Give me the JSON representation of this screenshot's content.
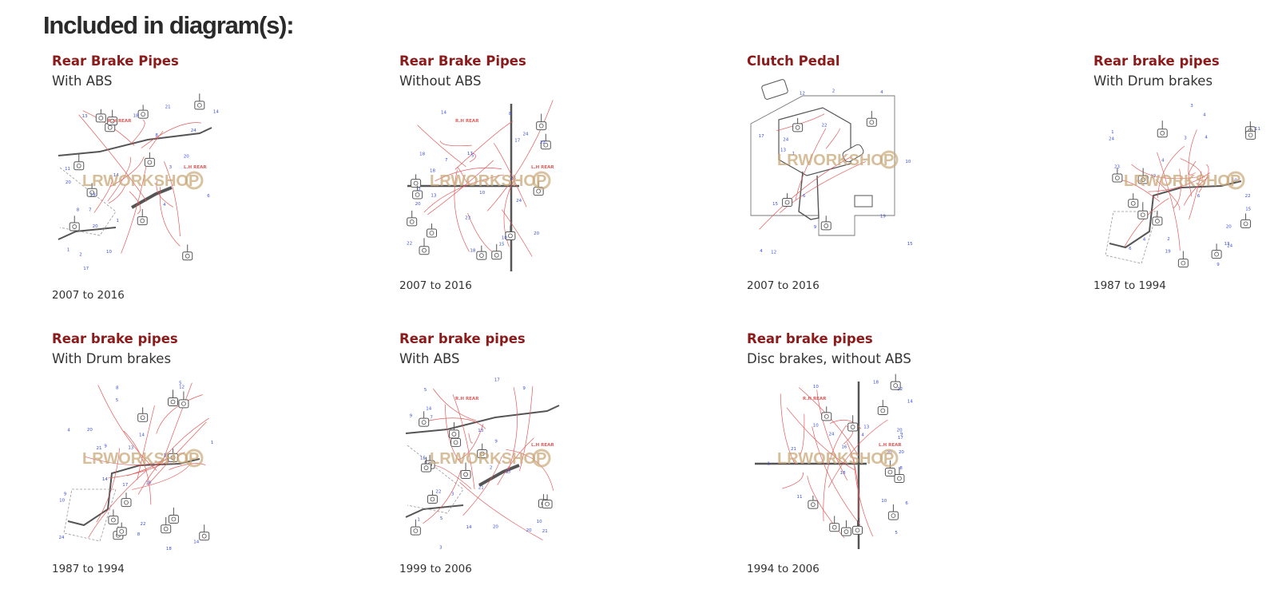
{
  "page": {
    "heading": "Included in diagram(s):"
  },
  "watermark": "LRWORKSHOP",
  "colors": {
    "title": "#8b1a1a",
    "text": "#333333",
    "leader": "#e35a5a",
    "label": "#3a4fd8",
    "outline": "#555555"
  },
  "diagrams": [
    {
      "title": "Rear Brake Pipes",
      "subtitle": "With ABS",
      "years": "2007 to 2016",
      "variant": "abs",
      "tags": [
        "R.H REAR",
        "L.H REAR"
      ]
    },
    {
      "title": "Rear Brake Pipes",
      "subtitle": "Without ABS",
      "years": "2007 to 2016",
      "variant": "noabs",
      "tags": [
        "R.H REAR",
        "L.H REAR"
      ]
    },
    {
      "title": "Clutch Pedal",
      "subtitle": "",
      "years": "2007 to 2016",
      "variant": "clutch",
      "tags": []
    },
    {
      "title": "Rear brake pipes",
      "subtitle": "With Drum brakes",
      "years": "1987 to 1994",
      "variant": "drum",
      "tags": []
    },
    {
      "title": "Rear brake pipes",
      "subtitle": "With Drum brakes",
      "years": "1987 to 1994",
      "variant": "drum",
      "tags": []
    },
    {
      "title": "Rear brake pipes",
      "subtitle": "With ABS",
      "years": "1999 to 2006",
      "variant": "abs",
      "tags": [
        "R.H REAR",
        "L.H REAR"
      ]
    },
    {
      "title": "Rear brake pipes",
      "subtitle": "Disc brakes, without ABS",
      "years": "1994 to 2006",
      "variant": "noabs",
      "tags": [
        "R.H REAR",
        "L.H REAR"
      ]
    }
  ]
}
